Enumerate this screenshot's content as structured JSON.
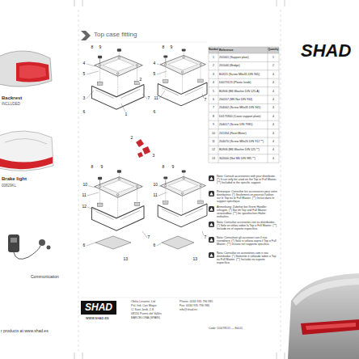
{
  "diagram": {
    "title": "Top case fitting",
    "nodes": [
      {
        "text": [
          "SHAD"
        ]
      }
    ],
    "labels": [
      "Backrest",
      "INCLUDED",
      "Brake light",
      "00829KL",
      "Communication",
      "r products at www.shad.es",
      "8",
      "9",
      "4",
      "5",
      "3",
      "1",
      "6",
      "7",
      "2",
      "8",
      "9",
      "4",
      "5",
      "11",
      "6",
      "7",
      "2",
      "3",
      "8",
      "9",
      "10",
      "11",
      "12",
      "6",
      "7",
      "13",
      "8",
      "9",
      "10",
      "11",
      "6",
      "7",
      "13",
      "Number",
      "Reference",
      "Quantity",
      "1",
      "201001 (Support plate)",
      "1",
      "2",
      "201040 (Bridge)",
      "2",
      "3",
      "B4X15 (Screw M6x35 DIN 965)",
      "4",
      "4",
      "D0073123 (Plastic knob)",
      "4",
      "5",
      "B0906 (M6 Washer DIN 125-A)",
      "4",
      "6",
      "200207 (M6 Nut DIN 934)",
      "4",
      "7",
      "204002 (Screw M6x35 DIN 965)",
      "4",
      "8",
      "D0173300 (Cover support plate)",
      "4",
      "9",
      "204017 (Screw DIN 7985)",
      "4",
      "10",
      "201334 (Rivet Meter)",
      "4",
      "11",
      "204070 (Screw M6x20 DIN 912 **)",
      "4",
      "12",
      "B0906 (M6 Washer DIN 125 **)",
      "4",
      "13",
      "302000 (Nut M6 DIN 985 **)",
      "4",
      "Note: Consult accessories with your distributor. (*) It can only be used on the Top or Full Master. (**) Included in the specific support.",
      "Remarque: Consulter les accessoires pour votre distributeur. (*) Seulement on pourrait l'utiliser sur le Top ou le Full Master. (**) Inclus dans le support spécifique.",
      "Anmerkung: Zubehör bei Ihrem Händler erfragen. (*) Nur im Top und Full Master verwendbar. (**) Im spezifischen Halter enthalten.",
      "Nota: Consultar accesorios con su distribuidor. (*) Solo se utiliza sobre la Top o Full Master. (**) Incluido en el soporte específico.",
      "Nota: Consultare gli accessori con il suo rivenditore. (*) Solo si utilizza sopra il Top o Full Master. (**) Incluso nel supporto specifico.",
      "Nota: Consultar os acessórios com o seu distribuidor. (*) Somente é utilizado sobre o Top ou Full Master. (**) Incluído no suporte específico.",
      "WWW.SHAD.ES",
      "Obilia Levante, Ltd",
      "Pol. Ind. Can Mogui",
      "C/ Sant Jordi, 2-8",
      "08150 Parets del Vallès",
      "BARCELONA (SPAIN)",
      "Phone: 0034 935 796 985",
      "Fax: 0034 935 796 986",
      "info@shad.es",
      "Code: D0078511 — Ed.01",
      "SHAD"
    ]
  }
}
